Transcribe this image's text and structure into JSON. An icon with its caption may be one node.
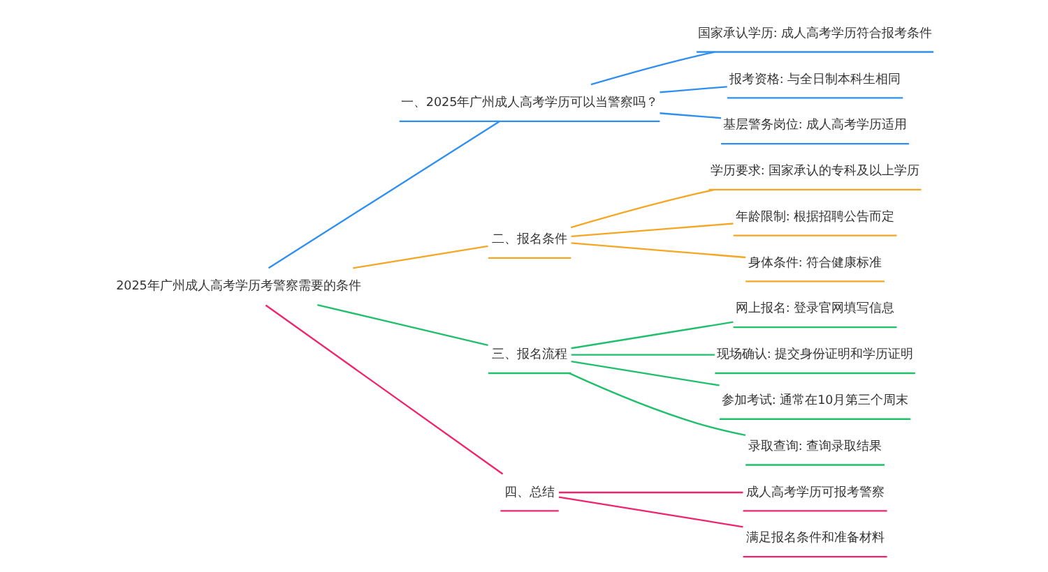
{
  "diagram": {
    "nodes": [
      {
        "text": [
          "2025年广州成人高考学历考警察需要的条件"
        ]
      },
      {
        "text": [
          "一、2025年广州成人高考学历可以当警察吗？"
        ]
      },
      {
        "text": [
          "国家承认学历: 成人高考学历符合报考条件"
        ]
      },
      {
        "text": [
          "报考资格: 与全日制本科生相同"
        ]
      },
      {
        "text": [
          "基层警务岗位: 成人高考学历适用"
        ]
      },
      {
        "text": [
          "二、报名条件"
        ]
      },
      {
        "text": [
          "学历要求: 国家承认的专科及以上学历"
        ]
      },
      {
        "text": [
          "年龄限制: 根据招聘公告而定"
        ]
      },
      {
        "text": [
          "身体条件: 符合健康标准"
        ]
      },
      {
        "text": [
          "三、报名流程"
        ]
      },
      {
        "text": [
          "网上报名: 登录官网填写信息"
        ]
      },
      {
        "text": [
          "现场确认: 提交身份证明和学历证明"
        ]
      },
      {
        "text": [
          "参加考试: 通常在10月第三个周末"
        ]
      },
      {
        "text": [
          "录取查询: 查询录取结果"
        ]
      },
      {
        "text": [
          "四、总结"
        ]
      },
      {
        "text": [
          "成人高考学历可报考警察"
        ]
      },
      {
        "text": [
          "满足报名条件和准备材料"
        ]
      }
    ],
    "edges": [
      {
        "from": 0,
        "to": 1,
        "arrow": "none",
        "color": "#2f8ff0"
      },
      {
        "from": 1,
        "to": 2,
        "arrow": "none",
        "color": "#2f8ff0"
      },
      {
        "from": 1,
        "to": 3,
        "arrow": "none",
        "color": "#2f8ff0"
      },
      {
        "from": 1,
        "to": 4,
        "arrow": "none",
        "color": "#2f8ff0"
      },
      {
        "from": 0,
        "to": 5,
        "arrow": "none",
        "color": "#f5a623"
      },
      {
        "from": 5,
        "to": 6,
        "arrow": "none",
        "color": "#f5a623"
      },
      {
        "from": 5,
        "to": 7,
        "arrow": "none",
        "color": "#f5a623"
      },
      {
        "from": 5,
        "to": 8,
        "arrow": "none",
        "color": "#f5a623"
      },
      {
        "from": 0,
        "to": 9,
        "arrow": "none",
        "color": "#1fbf6b"
      },
      {
        "from": 9,
        "to": 10,
        "arrow": "none",
        "color": "#1fbf6b"
      },
      {
        "from": 9,
        "to": 11,
        "arrow": "none",
        "color": "#1fbf6b"
      },
      {
        "from": 9,
        "to": 12,
        "arrow": "none",
        "color": "#1fbf6b"
      },
      {
        "from": 9,
        "to": 13,
        "arrow": "none",
        "color": "#1fbf6b"
      },
      {
        "from": 0,
        "to": 14,
        "arrow": "none",
        "color": "#f0246e"
      },
      {
        "from": 14,
        "to": 15,
        "arrow": "none",
        "color": "#f0246e"
      },
      {
        "from": 14,
        "to": 16,
        "arrow": "none",
        "color": "#f0246e"
      }
    ]
  }
}
